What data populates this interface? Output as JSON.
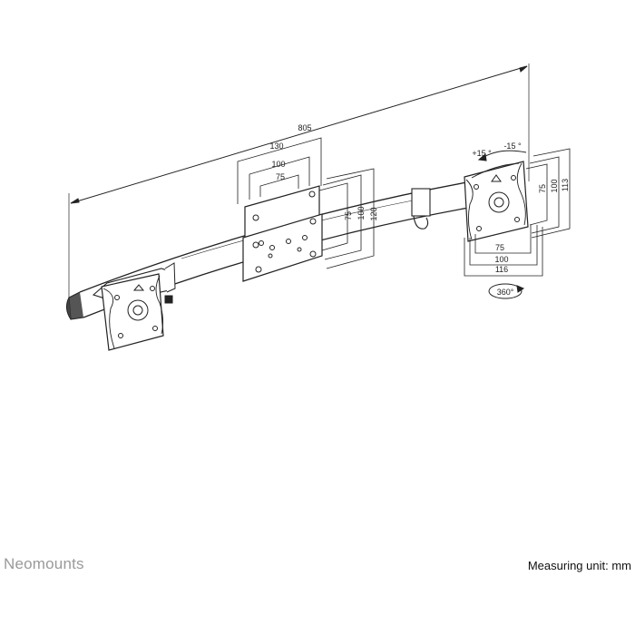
{
  "brand": "Neomounts",
  "unit_note": "Measuring unit: mm",
  "dimensions": {
    "overall_width": "805",
    "center_plate_widths": [
      "130",
      "100",
      "75"
    ],
    "center_plate_heights": [
      "75",
      "100",
      "120"
    ],
    "right_plate_widths": [
      "75",
      "100",
      "116"
    ],
    "right_plate_heights": [
      "75",
      "100",
      "113"
    ],
    "tilt_up": "+15 °",
    "tilt_down": "-15 °",
    "rotation": "360°"
  }
}
